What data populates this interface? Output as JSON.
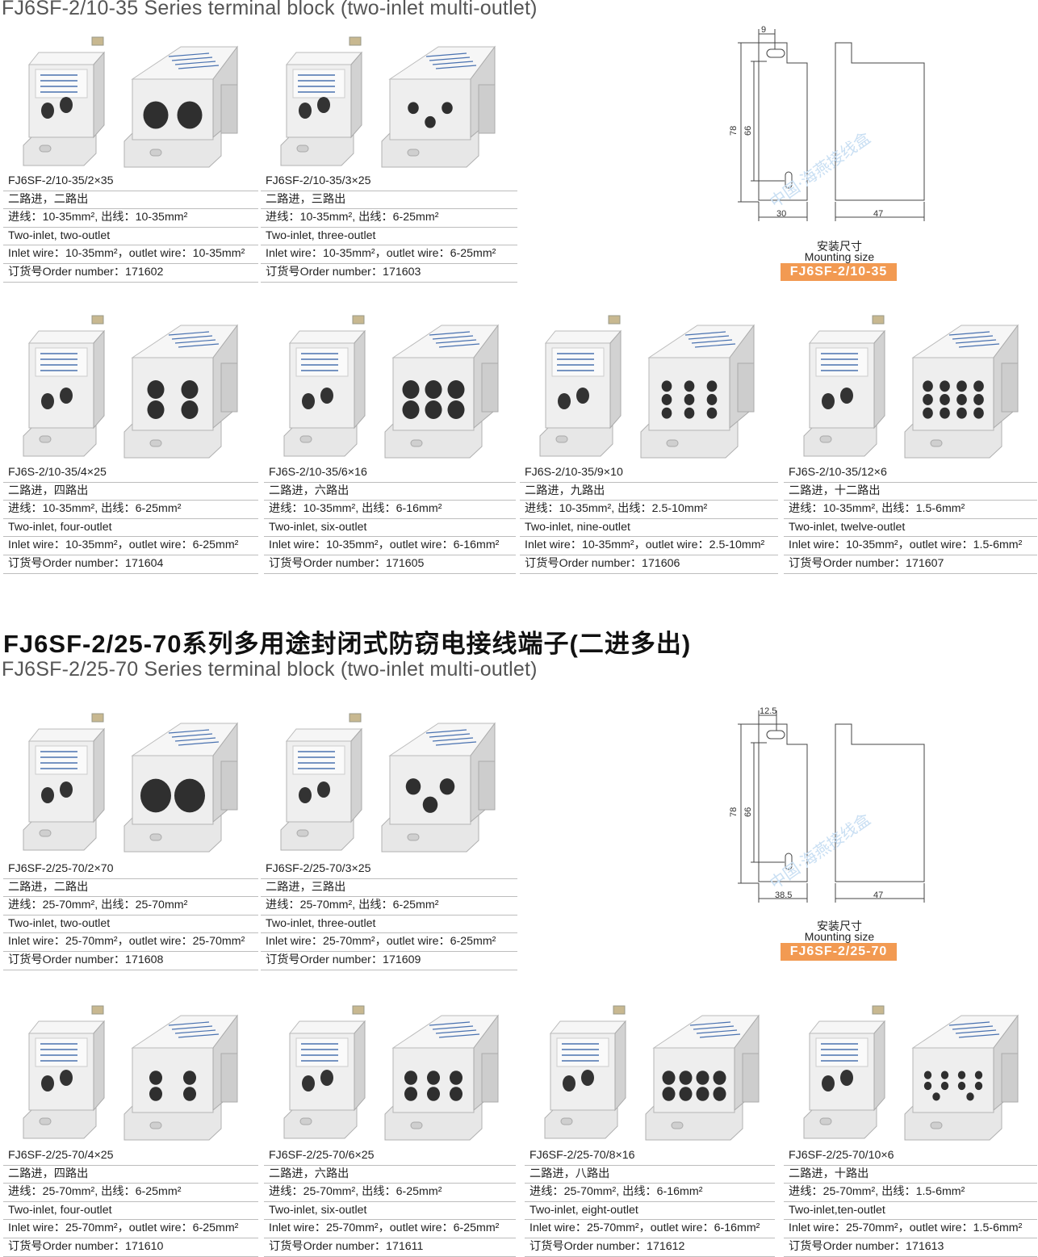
{
  "section1": {
    "title_en": "FJ6SF-2/10-35 Series terminal block (two-inlet multi-outlet)",
    "mounting": {
      "label_cn": "安装尺寸",
      "label_en": "Mounting size",
      "badge": "FJ6SF-2/10-35",
      "dims": {
        "top": "9",
        "h1": "78",
        "h2": "66",
        "w1": "30",
        "w2": "47"
      },
      "watermark": "中国·海燕接线盒"
    },
    "products": [
      {
        "name": "FJ6SF-2/10-35/2×35",
        "cn": "二路进，二路出",
        "inlet_cn": "进线：10-35mm², 出线：10-35mm²",
        "desc": "Two-inlet, two-outlet",
        "wire": "Inlet wire：10-35mm²，outlet wire：10-35mm²",
        "order": "订货号Order number：171602",
        "outlets": 2
      },
      {
        "name": "FJ6SF-2/10-35/3×25",
        "cn": "二路进，三路出",
        "inlet_cn": "进线：10-35mm², 出线：6-25mm²",
        "desc": "Two-inlet, three-outlet",
        "wire": "Inlet wire：10-35mm²，outlet wire：6-25mm²",
        "order": "订货号Order number：171603",
        "outlets": 3
      },
      {
        "name": "FJ6S-2/10-35/4×25",
        "cn": "二路进，四路出",
        "inlet_cn": "进线：10-35mm², 出线：6-25mm²",
        "desc": "Two-inlet, four-outlet",
        "wire": "Inlet wire：10-35mm²，outlet wire：6-25mm²",
        "order": "订货号Order number：171604",
        "outlets": 4
      },
      {
        "name": "FJ6S-2/10-35/6×16",
        "cn": "二路进，六路出",
        "inlet_cn": "进线：10-35mm², 出线：6-16mm²",
        "desc": "Two-inlet, six-outlet",
        "wire": "Inlet wire：10-35mm²，outlet wire：6-16mm²",
        "order": "订货号Order number：171605",
        "outlets": 6
      },
      {
        "name": "FJ6S-2/10-35/9×10",
        "cn": "二路进，九路出",
        "inlet_cn": "进线：10-35mm², 出线：2.5-10mm²",
        "desc": "Two-inlet, nine-outlet",
        "wire": "Inlet wire：10-35mm²，outlet wire：2.5-10mm²",
        "order": "订货号Order number：171606",
        "outlets": 9
      },
      {
        "name": "FJ6S-2/10-35/12×6",
        "cn": "二路进，十二路出",
        "inlet_cn": "进线：10-35mm², 出线：1.5-6mm²",
        "desc": "Two-inlet, twelve-outlet",
        "wire": "Inlet wire：10-35mm²，outlet wire：1.5-6mm²",
        "order": "订货号Order number：171607",
        "outlets": 12
      }
    ]
  },
  "section2": {
    "title_cn": "FJ6SF-2/25-70系列多用途封闭式防窃电接线端子(二进多出)",
    "title_en": "FJ6SF-2/25-70 Series terminal block (two-inlet multi-outlet)",
    "mounting": {
      "label_cn": "安装尺寸",
      "label_en": "Mounting size",
      "badge": "FJ6SF-2/25-70",
      "dims": {
        "top": "12.5",
        "h1": "78",
        "h2": "66",
        "w1": "38.5",
        "w2": "47"
      },
      "watermark": "中国·海燕接线盒"
    },
    "products": [
      {
        "name": "FJ6SF-2/25-70/2×70",
        "cn": "二路进，二路出",
        "inlet_cn": "进线：25-70mm², 出线：25-70mm²",
        "desc": "Two-inlet, two-outlet",
        "wire": "Inlet wire：25-70mm²，outlet wire：25-70mm²",
        "order": "订货号Order number：171608",
        "outlets": 2
      },
      {
        "name": "FJ6SF-2/25-70/3×25",
        "cn": "二路进，三路出",
        "inlet_cn": "进线：25-70mm², 出线：6-25mm²",
        "desc": "Two-inlet, three-outlet",
        "wire": "Inlet wire：25-70mm²，outlet wire：6-25mm²",
        "order": "订货号Order number：171609",
        "outlets": 3
      },
      {
        "name": "FJ6SF-2/25-70/4×25",
        "cn": "二路进，四路出",
        "inlet_cn": "进线：25-70mm², 出线：6-25mm²",
        "desc": "Two-inlet, four-outlet",
        "wire": "Inlet wire：25-70mm²，outlet wire：6-25mm²",
        "order": "订货号Order number：171610",
        "outlets": 4
      },
      {
        "name": "FJ6SF-2/25-70/6×25",
        "cn": "二路进，六路出",
        "inlet_cn": "进线：25-70mm², 出线：6-25mm²",
        "desc": "Two-inlet, six-outlet",
        "wire": "Inlet wire：25-70mm²，outlet wire：6-25mm²",
        "order": "订货号Order number：171611",
        "outlets": 6
      },
      {
        "name": "FJ6SF-2/25-70/8×16",
        "cn": "二路进，八路出",
        "inlet_cn": "进线：25-70mm², 出线：6-16mm²",
        "desc": "Two-inlet, eight-outlet",
        "wire": "Inlet wire：25-70mm²，outlet wire：6-16mm²",
        "order": "订货号Order number：171612",
        "outlets": 8
      },
      {
        "name": "FJ6SF-2/25-70/10×6",
        "cn": "二路进，十路出",
        "inlet_cn": "进线：25-70mm², 出线：1.5-6mm²",
        "desc": "Two-inlet,ten-outlet",
        "wire": "Inlet wire：25-70mm²，outlet wire：1.5-6mm²",
        "order": "订货号Order number：171613",
        "outlets": 10
      }
    ]
  }
}
